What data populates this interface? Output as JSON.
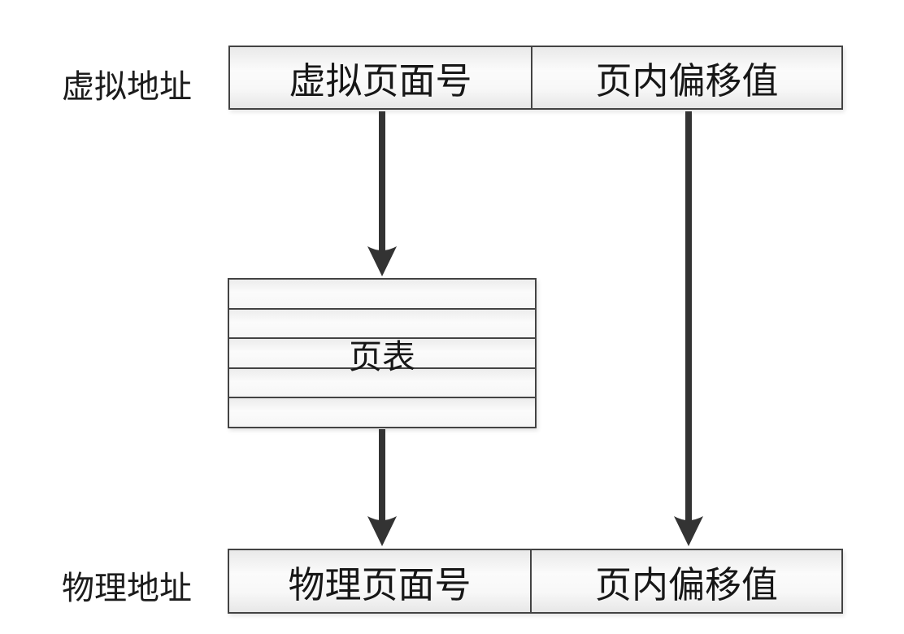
{
  "colors": {
    "background": "#ffffff",
    "box_border": "#434343",
    "box_fill_top": "#e9e9e9",
    "box_fill_mid": "#fbfbfb",
    "arrow": "#333333",
    "text": "#1a1a1a"
  },
  "virtual_address": {
    "label": "虚拟地址",
    "fields": [
      "虚拟页面号",
      "页内偏移值"
    ]
  },
  "page_table": {
    "label": "页表",
    "row_count": 5
  },
  "physical_address": {
    "label": "物理地址",
    "fields": [
      "物理页面号",
      "页内偏移值"
    ]
  },
  "arrows": [
    {
      "name": "virtual-page-number-to-page-table",
      "direction": "down"
    },
    {
      "name": "page-table-to-physical-page-number",
      "direction": "down"
    },
    {
      "name": "page-offset-passthrough",
      "direction": "down"
    }
  ]
}
